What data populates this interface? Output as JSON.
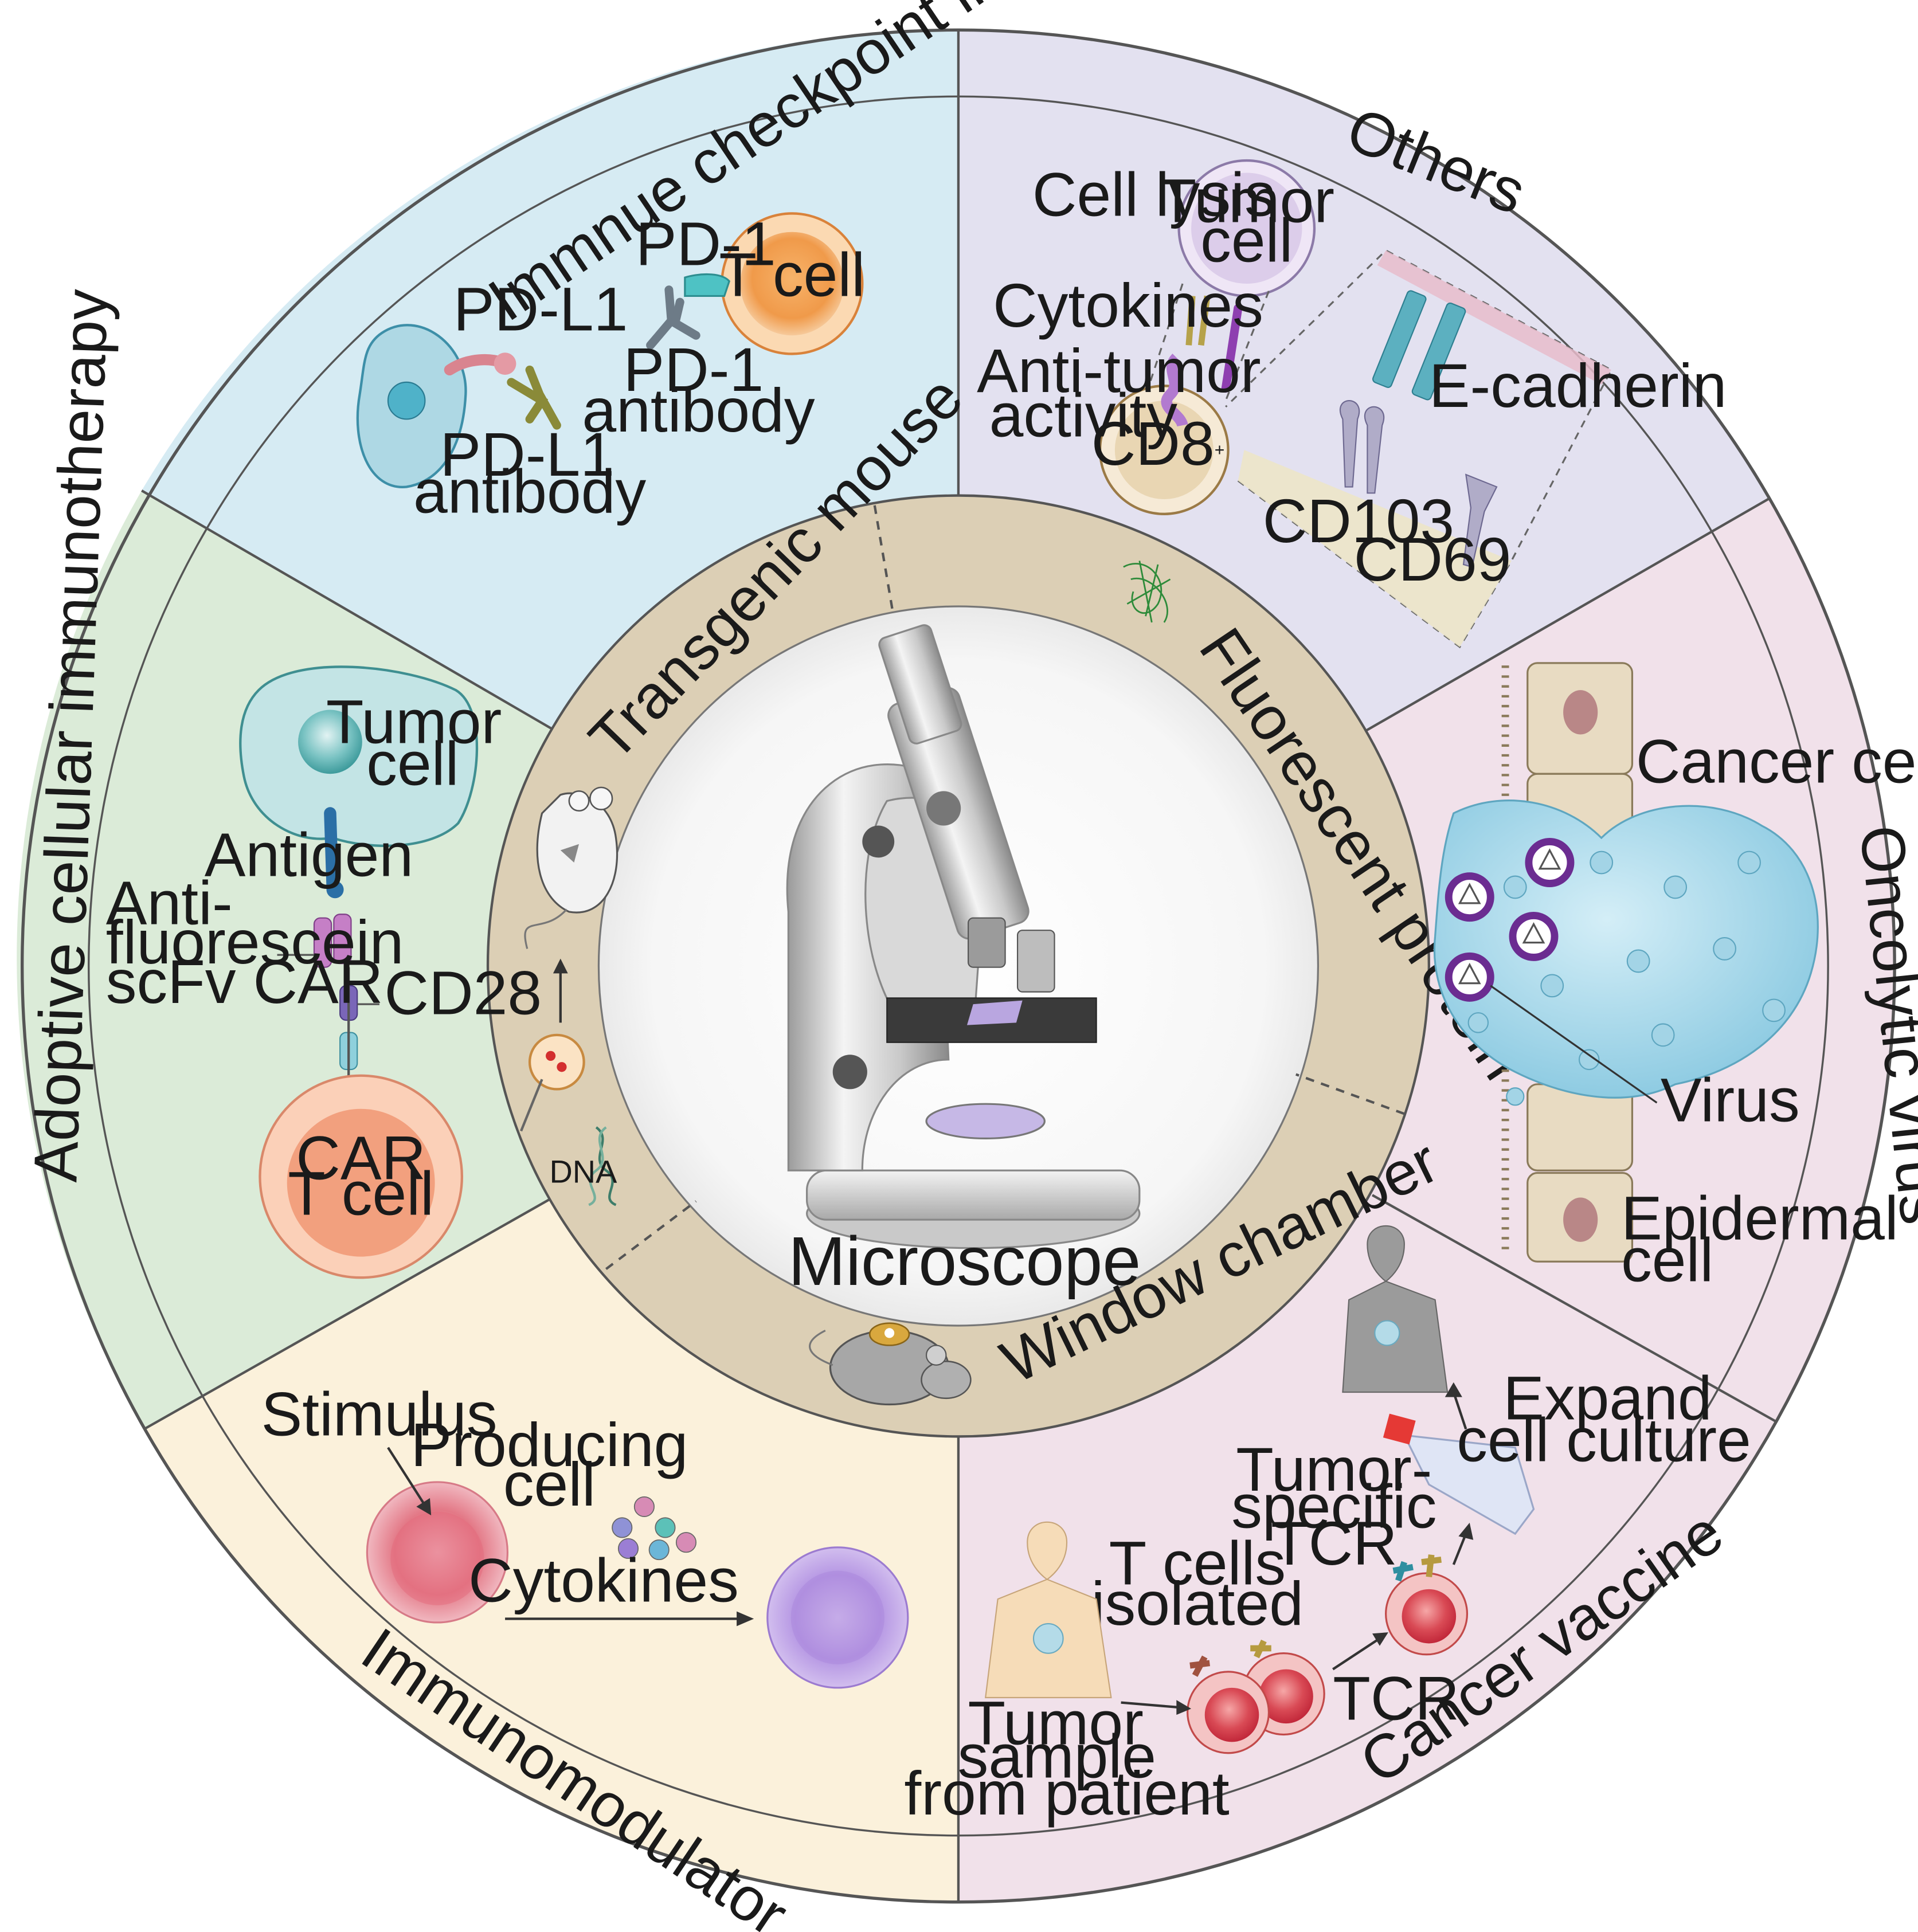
{
  "sections": {
    "immune_checkpoint": {
      "title": "Immnue checkpoint inhibitors",
      "labels": {
        "pdl1": "PD-L1",
        "pdl1_antibody_1": "PD-L1",
        "pdl1_antibody_2": "antibody",
        "pd1": "PD-1",
        "pd1_antibody_1": "PD-1",
        "pd1_antibody_2": "antibody",
        "t_cell": "T cell"
      }
    },
    "others": {
      "title": "Others",
      "labels": {
        "cell_lysis": "Cell lysis",
        "tumor_1": "Tumor",
        "tumor_2": "cell",
        "cytokines": "Cytokines",
        "anti_tumor_1": "Anti-tumor",
        "anti_tumor_2": "activity",
        "cd8": "CD8",
        "cd8_sup": "+",
        "e_cadherin": "E-cadherin",
        "cd103": "CD103",
        "cd69": "CD69"
      }
    },
    "oncolytic": {
      "title": "Oncolytic virus",
      "labels": {
        "cancer_cell": "Cancer cell",
        "virus": "Virus",
        "epidermal_1": "Epidermal",
        "epidermal_2": "cell"
      }
    },
    "cancer_vaccine": {
      "title": "Cancer vaccine",
      "labels": {
        "expand_1": "Expand",
        "expand_2": "cell culture",
        "tumor_specific_1": "Tumor-",
        "tumor_specific_2": "specific",
        "tumor_specific_3": "TCR",
        "t_cells_1": "T cells",
        "t_cells_2": "isolated",
        "tcr": "TCR",
        "sample_1": "Tumor",
        "sample_2": "sample",
        "sample_3": "from patient"
      }
    },
    "immunomodulator": {
      "title": "Immunomodulator",
      "labels": {
        "stimulus": "Stimulus",
        "producing_1": "Producing",
        "producing_2": "cell",
        "cytokines": "Cytokines"
      }
    },
    "adoptive": {
      "title": "Adoptive cellular immunotherapy",
      "labels": {
        "tumor_1": "Tumor",
        "tumor_2": "cell",
        "antigen": "Antigen",
        "anti_1": "Anti-",
        "anti_2": "fluorescein",
        "anti_3": "scFv CAR",
        "cd28": "CD28",
        "car_1": "CAR",
        "car_2": "T cell"
      }
    }
  },
  "inner_ring": {
    "transgenic": "Transgenic mouse",
    "fluorescent": "Fluorescent protein",
    "window": "Window chamber",
    "dna": "DNA"
  },
  "center": {
    "label": "Microscope"
  },
  "colors": {
    "immune_checkpoint": "#d6ebf3",
    "others": "#e3e1f0",
    "oncolytic": "#f1e1ea",
    "cancer_vaccine": "#f1e1ea",
    "immunomodulator": "#fbf1db",
    "adoptive": "#dbebd8",
    "inner_ring": "#d9cdb4",
    "center": "#ffffff"
  }
}
